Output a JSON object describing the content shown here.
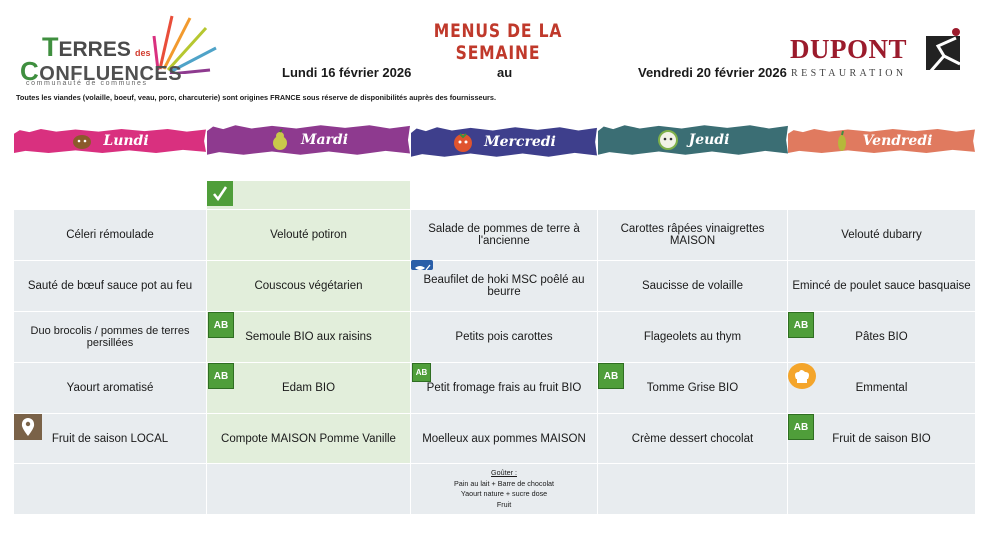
{
  "header": {
    "logo_left": {
      "line1_big": "T",
      "line1": "ERRES",
      "des": "des",
      "line2_big": "C",
      "line2": "ONFLUENCES",
      "line3": "communauté de communes"
    },
    "title": "MENUS DE LA SEMAINE",
    "date_start": "Lundi 16 février 2026",
    "date_sep": "au",
    "date_end": "Vendredi 20 février 2026",
    "logo_right": {
      "brand": "DUPONT",
      "sub": "RESTAURATION"
    },
    "note": "Toutes les viandes (volaille, boeuf, veau, porc, charcuterie) sont origines FRANCE sous réserve de disponibilités auprès des fournisseurs."
  },
  "days": [
    "Lundi",
    "Mardi",
    "Mercredi",
    "Jeudi",
    "Vendredi"
  ],
  "menu": {
    "entree": [
      "Céleri rémoulade",
      "Velouté potiron",
      "Salade de pommes de terre à l'ancienne",
      "Carottes râpées vinaigrettes MAISON",
      "Velouté dubarry"
    ],
    "plat": [
      "Sauté de bœuf sauce pot au feu",
      "Couscous végétarien",
      "Beaufilet de hoki MSC poêlé au beurre",
      "Saucisse de volaille",
      "Emincé de poulet sauce basquaise"
    ],
    "garniture": [
      "Duo brocolis / pommes de terres persillées",
      "Semoule BIO aux raisins",
      "Petits pois carottes",
      "Flageolets au thym",
      "Pâtes BIO"
    ],
    "laitage": [
      "Yaourt aromatisé",
      "Edam BIO",
      "Petit fromage frais au fruit BIO",
      "Tomme Grise BIO",
      "Emmental"
    ],
    "dessert": [
      "Fruit de saison LOCAL",
      "Compote MAISON Pomme Vanille",
      "Moelleux aux pommes MAISON",
      "Crème dessert chocolat",
      "Fruit de saison BIO"
    ]
  },
  "gouter": {
    "title": "Goûter :",
    "items": [
      "Pain au lait +  Barre de chocolat",
      "Yaourt nature + sucre dose",
      "Fruit"
    ]
  },
  "labels": {
    "ab": "AB"
  },
  "colors": {
    "lundi": "#d9307f",
    "mardi": "#8e3a8f",
    "mercredi": "#3e3f8c",
    "jeudi": "#3b6e74",
    "vendredi": "#e07a5f",
    "vegetarian": "#e2eedb",
    "cell": "#e8ecef",
    "bio": "#4f9e3a"
  },
  "icons": {
    "vegetarian": "leaf-icon",
    "bio": "ab-bio-icon",
    "local": "location-pin-icon",
    "msc": "msc-fish-icon",
    "label": "chef-hat-icon"
  }
}
